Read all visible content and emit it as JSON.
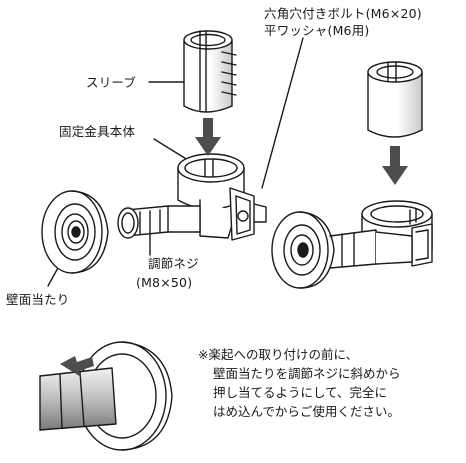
{
  "labels": {
    "sleeve": "スリーブ",
    "body": "固定金具本体",
    "bolt": "六角穴付きボルト(M6×20)",
    "washer": "平ワッシャ(M6用)",
    "adjust_screw": "調節ネジ",
    "adjust_screw_size": "(M8×50)",
    "wall_pad": "壁面当たり"
  },
  "note": {
    "line1": "※楽起への取り付けの前に、",
    "line2": "壁面当たりを調節ネジに斜めから",
    "line3": "押し当てるようにして、完全に",
    "line4": "はめ込んでからご使用ください。"
  },
  "colors": {
    "line": "#1a1a1a",
    "arrow": "#4d4d4d",
    "part_fill": "#ffffff",
    "shade": "#9a9a9a"
  }
}
